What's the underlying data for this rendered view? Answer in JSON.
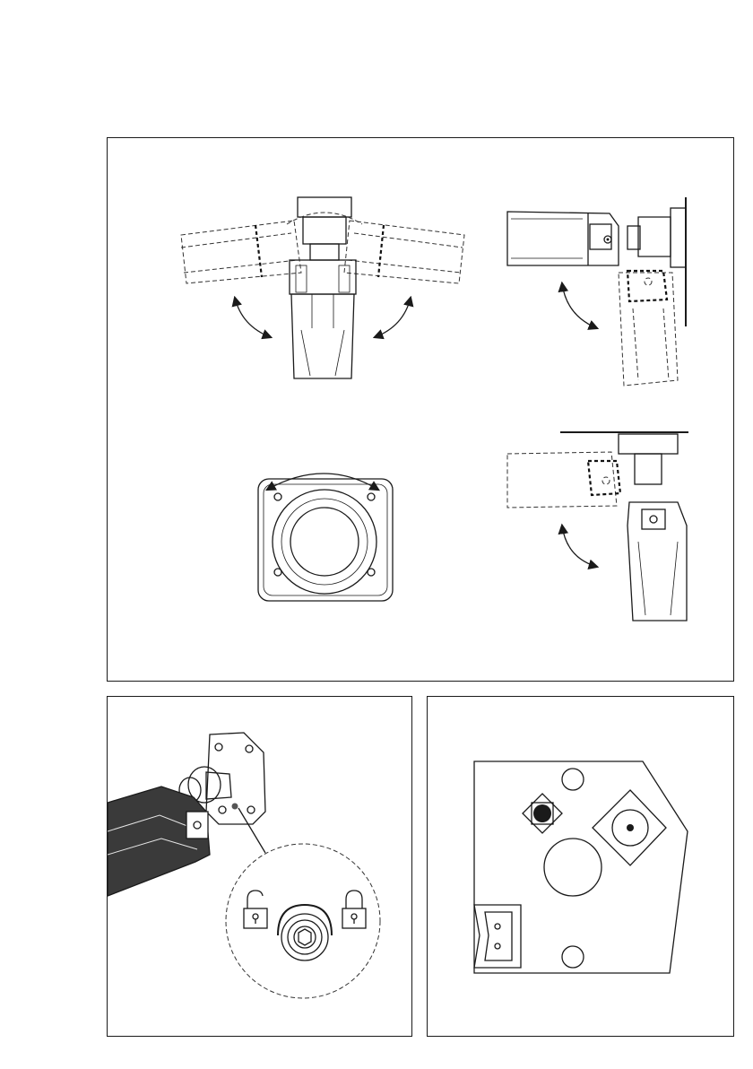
{
  "figure": {
    "panels": [
      "adjustment-views",
      "lock-detail",
      "bracket-plate"
    ],
    "colors": {
      "ink": "#1a1a1a",
      "paper": "#ffffff"
    },
    "icons": [
      "unlock-icon",
      "lock-icon",
      "hex-screw-icon",
      "rotation-arrow-icon"
    ]
  }
}
